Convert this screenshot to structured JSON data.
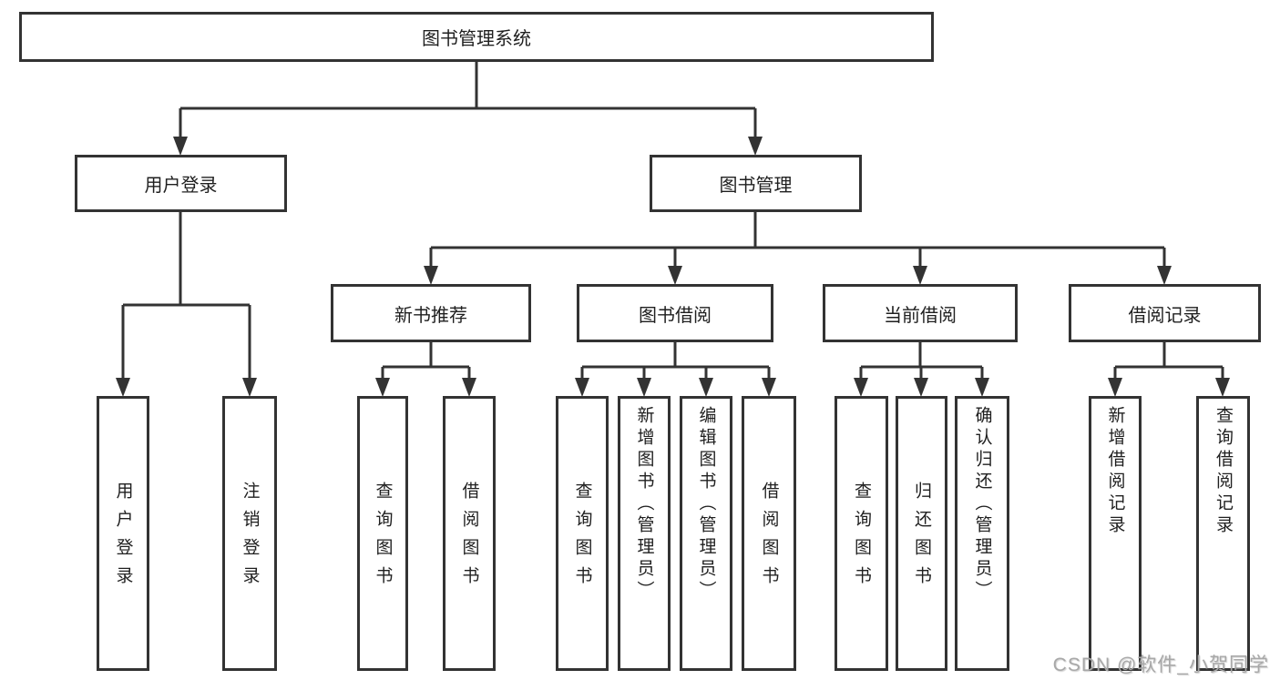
{
  "tree": {
    "root": {
      "label": "图书管理系统"
    },
    "branches": [
      {
        "label": "用户登录",
        "children": [
          {
            "label": "用户登录"
          },
          {
            "label": "注销登录"
          }
        ]
      },
      {
        "label": "图书管理",
        "children": [
          {
            "label": "新书推荐",
            "children": [
              {
                "label": "查询图书"
              },
              {
                "label": "借阅图书"
              }
            ]
          },
          {
            "label": "图书借阅",
            "children": [
              {
                "label": "查询图书"
              },
              {
                "label": "新增图书（管理员）"
              },
              {
                "label": "编辑图书（管理员）"
              },
              {
                "label": "借阅图书"
              }
            ]
          },
          {
            "label": "当前借阅",
            "children": [
              {
                "label": "查询图书"
              },
              {
                "label": "归还图书"
              },
              {
                "label": "确认归还（管理员）"
              }
            ]
          },
          {
            "label": "借阅记录",
            "children": [
              {
                "label": "新增借阅记录"
              },
              {
                "label": "查询借阅记录"
              }
            ]
          }
        ]
      }
    ]
  },
  "watermark": "CSDN @软件_小贺同学",
  "colors": {
    "line": "#333333",
    "text": "#1f1f1f",
    "background": "#ffffff",
    "watermark": "#a8a8a8"
  }
}
